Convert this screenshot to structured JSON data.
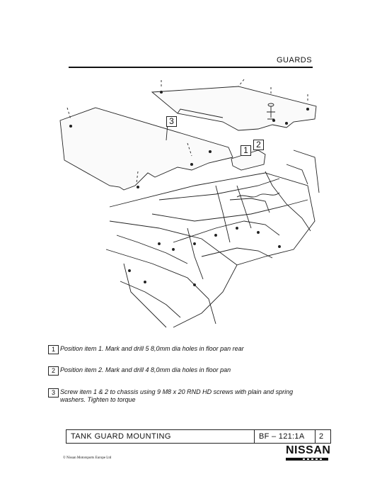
{
  "header": {
    "section_title": "GUARDS"
  },
  "figure": {
    "callouts": [
      "1",
      "2",
      "3"
    ]
  },
  "instructions": [
    {
      "num": "1",
      "text": "Position item 1. Mark and drill 5  8,0mm dia holes in floor pan rear"
    },
    {
      "num": "2",
      "text": "Position item 2. Mark and drill 4  8,0mm dia holes in floor pan"
    },
    {
      "num": "3",
      "text": "Screw item 1 & 2 to chassis using 9 M8 x 20 RND HD screws with plain and spring washers. Tighten to torque"
    }
  ],
  "title_block": {
    "title": "TANK GUARD MOUNTING",
    "ref": "BF – 121:1A",
    "page": "2"
  },
  "footer": {
    "brand": "NISSAN",
    "copyright": "© Nissan Motorsports Europe Ltd"
  }
}
